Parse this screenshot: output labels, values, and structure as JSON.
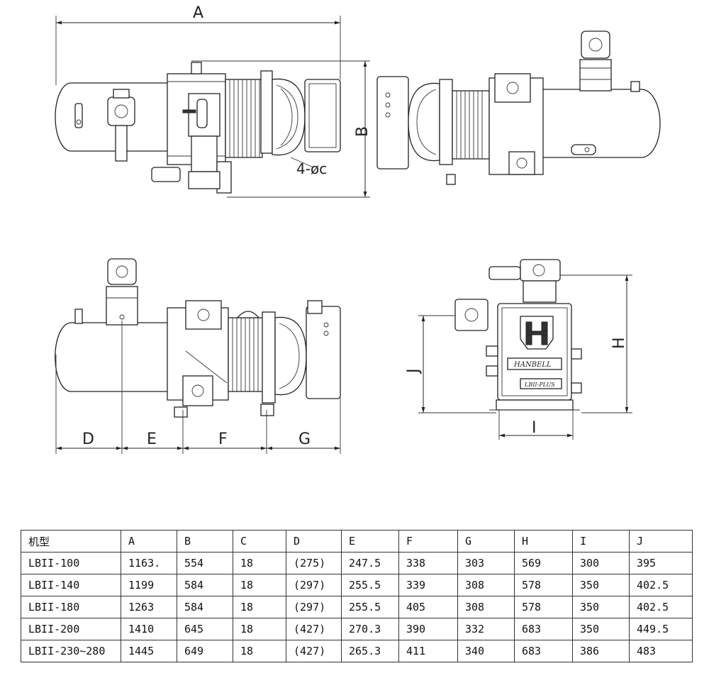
{
  "views": {
    "top_view": {
      "dimension_labels": [
        "A",
        "B",
        "4-øc"
      ]
    },
    "side_view": {
      "dimension_labels": [
        "D",
        "E",
        "F",
        "G"
      ]
    },
    "end_view": {
      "dimension_labels": [
        "H",
        "J",
        "I"
      ],
      "nameplate_brand": "HANBELL",
      "nameplate_model": "LBII-PLUS"
    }
  },
  "table": {
    "headers": [
      "机型",
      "A",
      "B",
      "C",
      "D",
      "E",
      "F",
      "G",
      "H",
      "I",
      "J"
    ],
    "rows": [
      [
        "LBII-100",
        "1163.",
        "554",
        "18",
        "(275)",
        "247.5",
        "338",
        "303",
        "569",
        "300",
        "395"
      ],
      [
        "LBII-140",
        "1199",
        "584",
        "18",
        "(297)",
        "255.5",
        "339",
        "308",
        "578",
        "350",
        "402.5"
      ],
      [
        "LBII-180",
        "1263",
        "584",
        "18",
        "(297)",
        "255.5",
        "405",
        "308",
        "578",
        "350",
        "402.5"
      ],
      [
        "LBII-200",
        "1410",
        "645",
        "18",
        "(427)",
        "270.3",
        "390",
        "332",
        "683",
        "350",
        "449.5"
      ],
      [
        "LBII-230~280",
        "1445",
        "649",
        "18",
        "(427)",
        "265.3",
        "411",
        "340",
        "683",
        "386",
        "483"
      ]
    ]
  }
}
